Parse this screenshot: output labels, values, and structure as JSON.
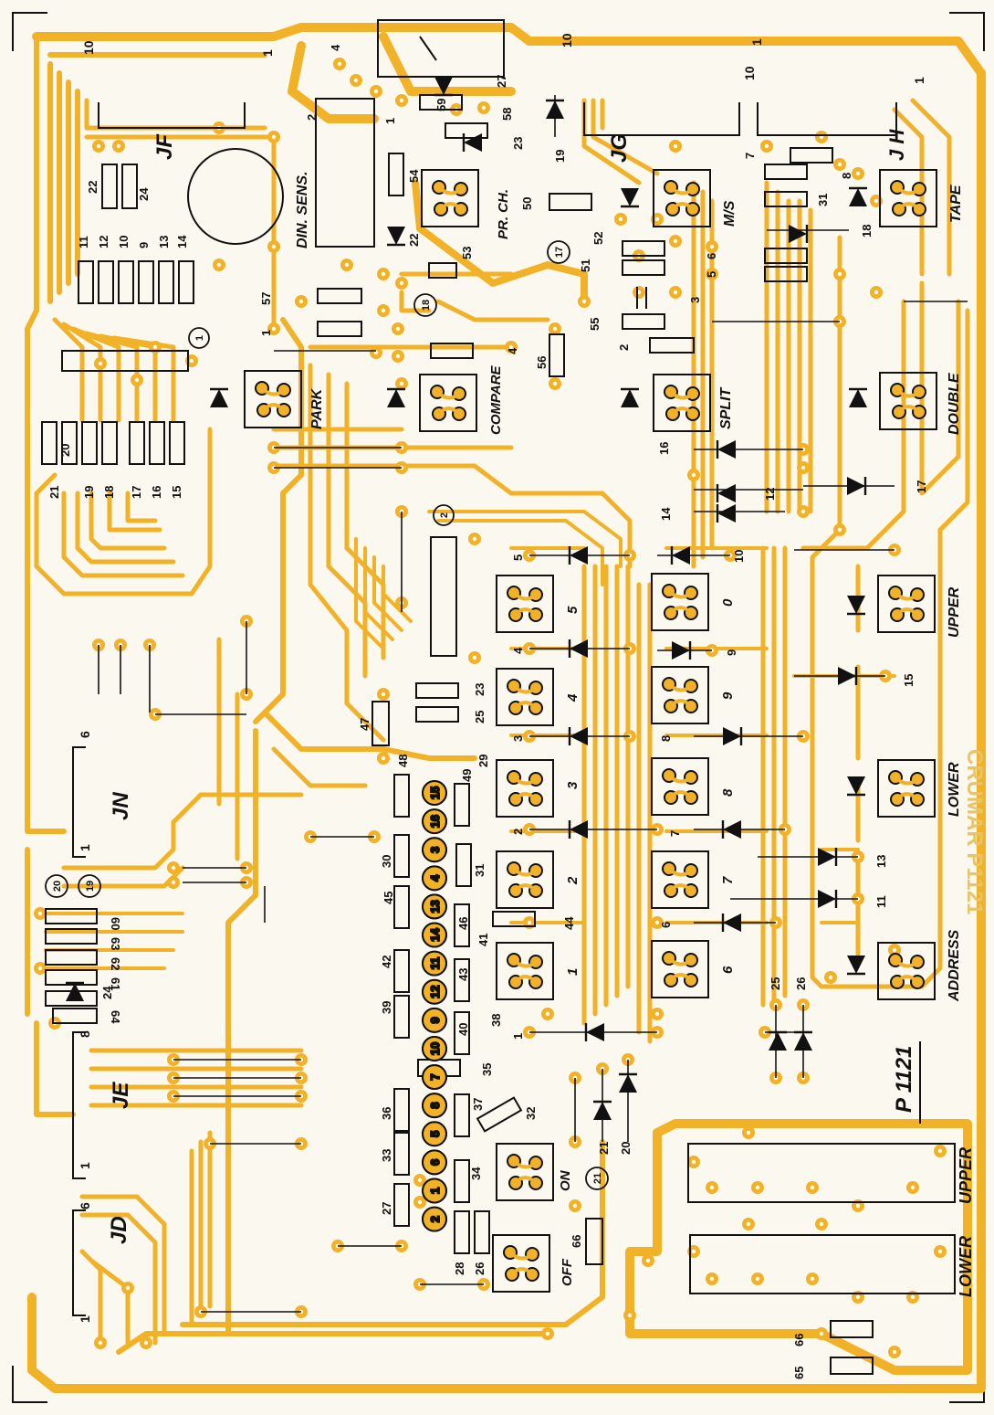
{
  "board_code": "P 1121",
  "mirror_text": "CRUMAR P1121",
  "connectors": {
    "jf": "JF",
    "jg": "JG",
    "jh": "J H",
    "jn": "JN",
    "je": "JE",
    "jd": "JD",
    "jf_pin_a": "10",
    "jf_pin_b": "1",
    "jg_pin_a": "10",
    "jg_pin_b": "1",
    "jh_pin_a": "10",
    "jh_pin_b": "1",
    "jn_pin_a": "6",
    "jn_pin_b": "1",
    "je_pin_a": "8",
    "je_pin_b": "1",
    "jd_pin_a": "6",
    "jd_pin_b": "1"
  },
  "switches": {
    "din_sens": "DIN. SENS.",
    "pr_ch": "PR. CH.",
    "m_s": "M/S",
    "tape": "TAPE",
    "park": "PARK",
    "compare": "COMPARE",
    "split": "SPLIT",
    "double": "DOUBLE",
    "upper": "UPPER",
    "lower": "LOWER",
    "address": "ADDRESS",
    "on": "ON",
    "off": "OFF",
    "upper_pot": "UPPER",
    "lower_pot": "LOWER"
  },
  "digit_keys": {
    "k5": "5",
    "k0": "0",
    "k4": "4",
    "k9": "9",
    "k3": "3",
    "k8": "8",
    "k2": "2",
    "k7": "7",
    "k1": "1",
    "k6": "6"
  },
  "circled": {
    "c1": "1",
    "c2": "2",
    "c17": "17",
    "c18": "18",
    "c19": "19",
    "c20": "20",
    "c21": "21",
    "stack": [
      "15",
      "16",
      "3",
      "4",
      "13",
      "14",
      "11",
      "12",
      "9",
      "10",
      "7",
      "8",
      "5",
      "6",
      "1",
      "2"
    ]
  },
  "refs": {
    "r4": "4",
    "r2": "2",
    "r1": "1",
    "r27": "27",
    "r59": "59",
    "r58": "58",
    "r23": "23",
    "r54": "54",
    "r22": "22",
    "r53": "53",
    "r50": "50",
    "r19": "19",
    "r52": "52",
    "r51": "51",
    "r3": "3",
    "r57": "57",
    "r1b": "1",
    "r55": "55",
    "r4b": "4",
    "r56": "56",
    "r2b": "2",
    "r7": "7",
    "r8": "8",
    "r31": "31",
    "r18": "18",
    "r5": "5",
    "r6": "6",
    "r22b": "22",
    "r24": "24",
    "row_top": [
      "11",
      "12",
      "10",
      "9",
      "13",
      "14"
    ],
    "row_bot": [
      "21",
      "19",
      "18",
      "17",
      "16",
      "15"
    ],
    "r20": "20",
    "r16": "16",
    "r12": "12",
    "r17": "17",
    "r14": "14",
    "r10": "10",
    "r15": "15",
    "r13": "13",
    "r11": "11",
    "d5": "5",
    "d4": "4",
    "d3": "3",
    "d2": "2",
    "d6": "6",
    "d1": "1",
    "d10": "10",
    "d9": "9",
    "d8": "8",
    "d7": "7",
    "r25": "25",
    "r26": "26",
    "r47": "47",
    "r23b": "23",
    "r25b": "25",
    "r48": "48",
    "r29": "29",
    "r49": "49",
    "r30": "30",
    "r31b": "31",
    "r45": "45",
    "r46": "46",
    "r41": "41",
    "r44": "44",
    "r42": "42",
    "r43": "43",
    "r39": "39",
    "r38": "38",
    "r40": "40",
    "r35": "35",
    "r32": "32",
    "r37": "37",
    "r36": "36",
    "r33": "33",
    "r34": "34",
    "r27b": "27",
    "r28": "28",
    "r26b": "26",
    "r66": "66",
    "r21": "21",
    "r20b": "20",
    "r60": "60",
    "r63": "63",
    "r62": "62",
    "r61": "61",
    "r24b": "24",
    "r64": "64",
    "r65": "65",
    "r66b": "66"
  }
}
